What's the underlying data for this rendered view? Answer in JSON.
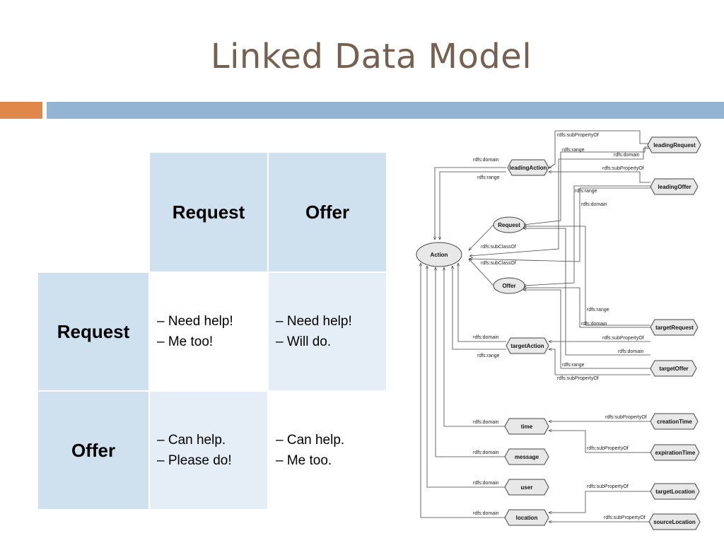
{
  "title": "Linked Data Model",
  "matrix": {
    "col_headers": [
      "Request",
      "Offer"
    ],
    "rows": [
      {
        "header": "Request",
        "cells": [
          [
            "– Need help!",
            "– Me too!"
          ],
          [
            "– Need help!",
            "– Will do."
          ]
        ]
      },
      {
        "header": "Offer",
        "cells": [
          [
            "– Can help.",
            "– Please do!"
          ],
          [
            "– Can help.",
            "– Me too."
          ]
        ]
      }
    ]
  },
  "diagram": {
    "nodes": {
      "action": "Action",
      "request": "Request",
      "offer": "Offer",
      "leadingAction": "leadingAction",
      "targetAction": "targetAction",
      "leadingRequest": "leadingRequest",
      "leadingOffer": "leadingOffer",
      "targetRequest": "targetRequest",
      "targetOffer": "targetOffer",
      "time": "time",
      "message": "message",
      "user": "user",
      "location": "location",
      "creationTime": "creationTime",
      "expirationTime": "expirationTime",
      "targetLocation": "targetLocation",
      "sourceLocation": "sourceLocation"
    },
    "edge_labels": {
      "subPropertyOf": "rdfs:subPropertyOf",
      "range": "rdfs:range",
      "domain": "rdfs:domain",
      "subClassOf": "rdfs:subClassOf"
    }
  }
}
